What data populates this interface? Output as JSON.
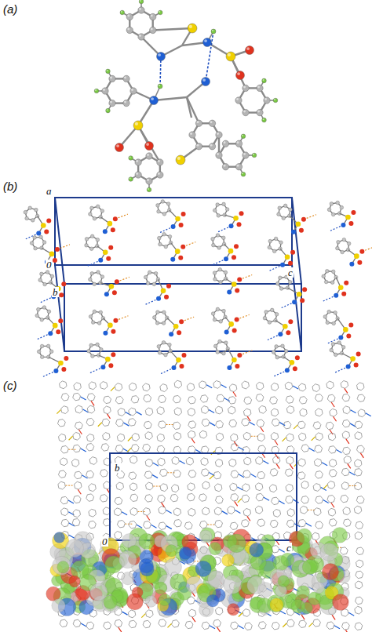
{
  "diagram": {
    "labels": [
      "(a)",
      "(b)",
      "a",
      "0",
      "c",
      "b",
      "(c)",
      "b",
      "0",
      "c"
    ]
  }
}
